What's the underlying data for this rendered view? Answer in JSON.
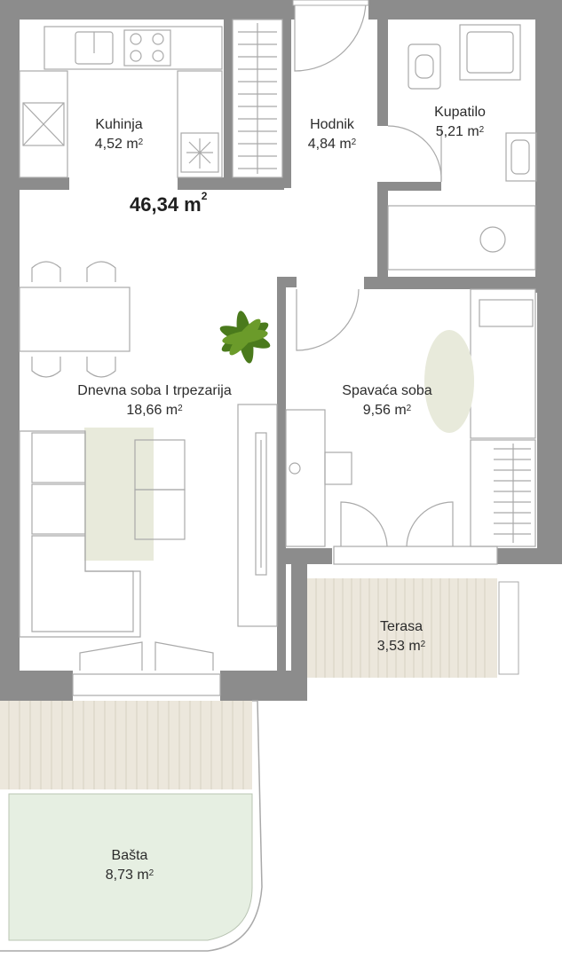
{
  "total_area": {
    "value": "46,34 m",
    "unit_sup": "2"
  },
  "rooms": [
    {
      "name": "Kuhinja",
      "area": "4,52 m",
      "sup": "2"
    },
    {
      "name": "Hodnik",
      "area": "4,84 m",
      "sup": "2"
    },
    {
      "name": "Kupatilo",
      "area": "5,21 m",
      "sup": "2"
    },
    {
      "name": "Dnevna soba I trpezarija",
      "area": "18,66 m",
      "sup": "2"
    },
    {
      "name": "Spavaća soba",
      "area": "9,56 m",
      "sup": "2"
    },
    {
      "name": "Terasa",
      "area": "3,53 m",
      "sup": "2"
    },
    {
      "name": "Bašta",
      "area": "8,73 m",
      "sup": "2"
    }
  ],
  "colors": {
    "wall": "#8c8c8c",
    "furniture_stroke": "#a9a9a9",
    "rug": "#e8eadb",
    "garden": "#e6efe2",
    "deck": "#ece7dc",
    "plant": "#4a7a1c"
  }
}
